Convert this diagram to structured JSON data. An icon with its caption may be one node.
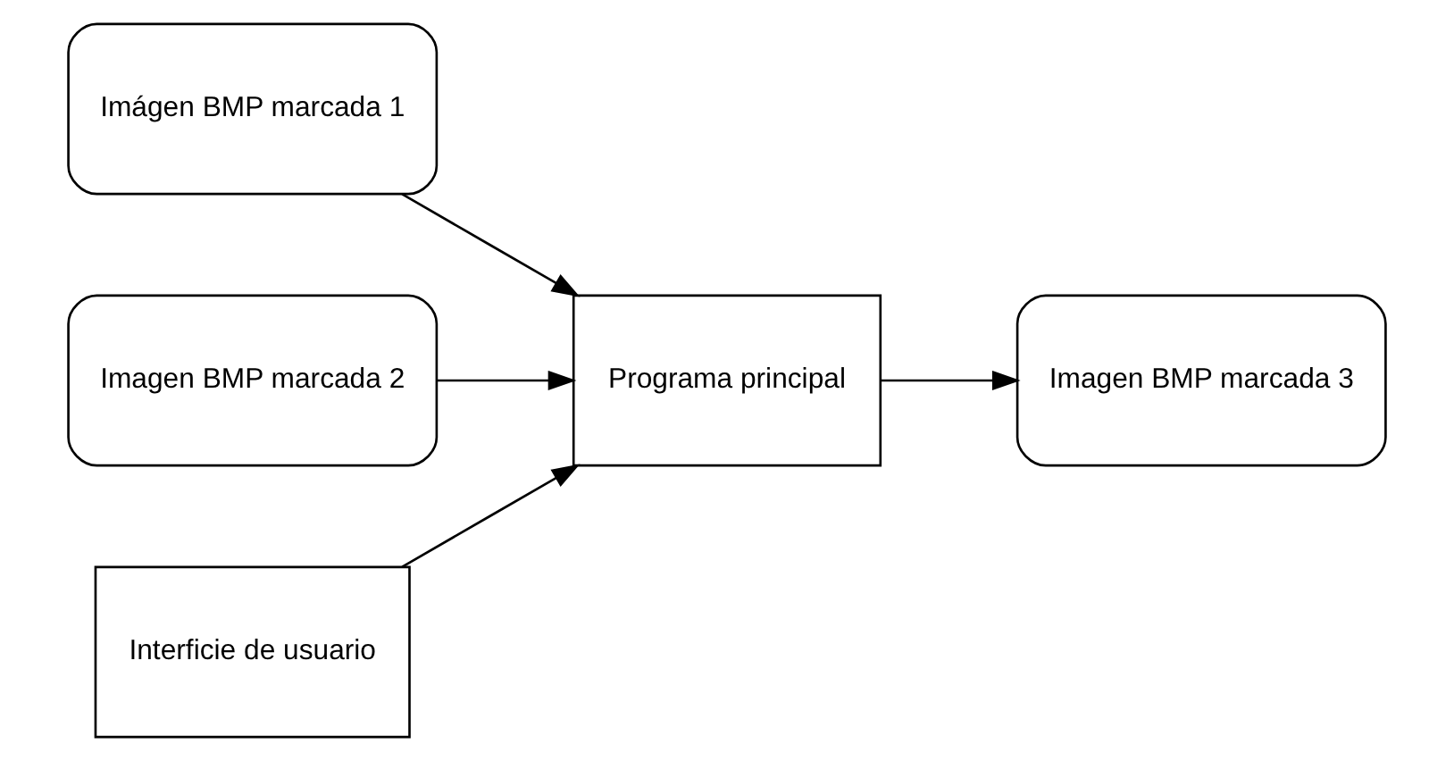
{
  "diagram": {
    "nodes": [
      {
        "text": [
          "Imágen BMP marcada 1"
        ]
      },
      {
        "text": [
          "Imagen BMP marcada 2"
        ]
      },
      {
        "text": [
          "Programa principal"
        ]
      },
      {
        "text": [
          "Imagen BMP marcada 3"
        ]
      },
      {
        "text": [
          "Interficie de usuario"
        ]
      }
    ],
    "edges": [
      {
        "from": 0,
        "to": 2,
        "arrow": "to"
      },
      {
        "from": 1,
        "to": 2,
        "arrow": "to"
      },
      {
        "from": 2,
        "to": 3,
        "arrow": "to"
      },
      {
        "from": 4,
        "to": 2,
        "arrow": "to"
      }
    ]
  }
}
